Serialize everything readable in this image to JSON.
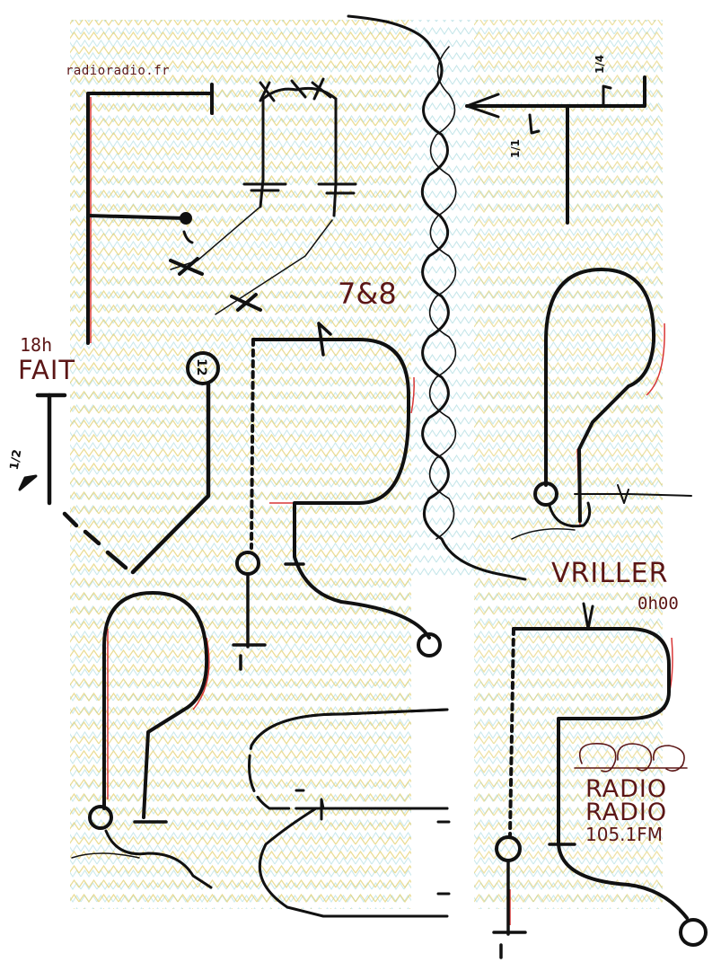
{
  "poster": {
    "site": "radioradio.fr",
    "left_block": {
      "time": "18h",
      "word": "FAIT"
    },
    "ratio": "7&8",
    "right_block": {
      "word": "VRILLER",
      "time": "0h00"
    },
    "brand": {
      "line1": "RADIO",
      "line2": "RADIO",
      "frequency": "105.1FM"
    },
    "small_marks": [
      "1/2",
      "1/1",
      "1/4",
      "12"
    ]
  },
  "colors": {
    "ink": "#111111",
    "title_text": "#5b1616",
    "shadow_red": "#d42020",
    "hatch_yellow": "#e3cf6a",
    "hatch_blue": "#9fd6dc",
    "paper": "#ffffff"
  }
}
